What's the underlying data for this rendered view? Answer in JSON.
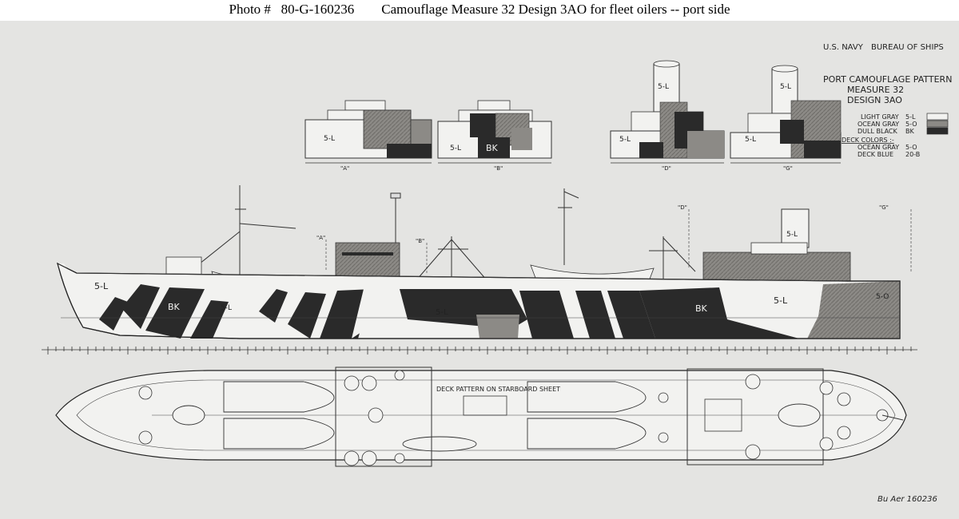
{
  "caption": {
    "photo_label": "Photo #",
    "photo_number": "80-G-160236",
    "title": "Camouflage Measure 32 Design 3AO for fleet oilers -- port side"
  },
  "header": {
    "navy": "U.S. NAVY",
    "bureau": "BUREAU OF SHIPS"
  },
  "legend": {
    "title": "PORT CAMOUFLAGE PATTERN",
    "measure": "MEASURE 32",
    "design": "DESIGN 3AO",
    "colors": [
      {
        "name": "LIGHT GRAY",
        "code": "5-L",
        "hex": "#f2f2f0"
      },
      {
        "name": "OCEAN GRAY",
        "code": "5-O",
        "hex": "#8c8a86"
      },
      {
        "name": "DULL BLACK",
        "code": "BK",
        "hex": "#2a2a2a"
      }
    ],
    "deck_label": "DECK COLORS :-",
    "deck_colors": [
      {
        "name": "OCEAN GRAY",
        "code": "5-O"
      },
      {
        "name": "DECK BLUE",
        "code": "20-B"
      }
    ]
  },
  "sections": [
    "\"A\"",
    "\"B\"",
    "\"D\"",
    "\"G\""
  ],
  "hull_labels": [
    "5-L",
    "BK",
    "5-L",
    "5-L",
    "BK",
    "5-L",
    "5-O"
  ],
  "section_markers": [
    "\"A\"",
    "\"B\"",
    "\"D\"",
    "\"G\""
  ],
  "deck_note": "DECK PATTERN ON STARBOARD SHEET",
  "stamp": "Bu Aer 160236"
}
